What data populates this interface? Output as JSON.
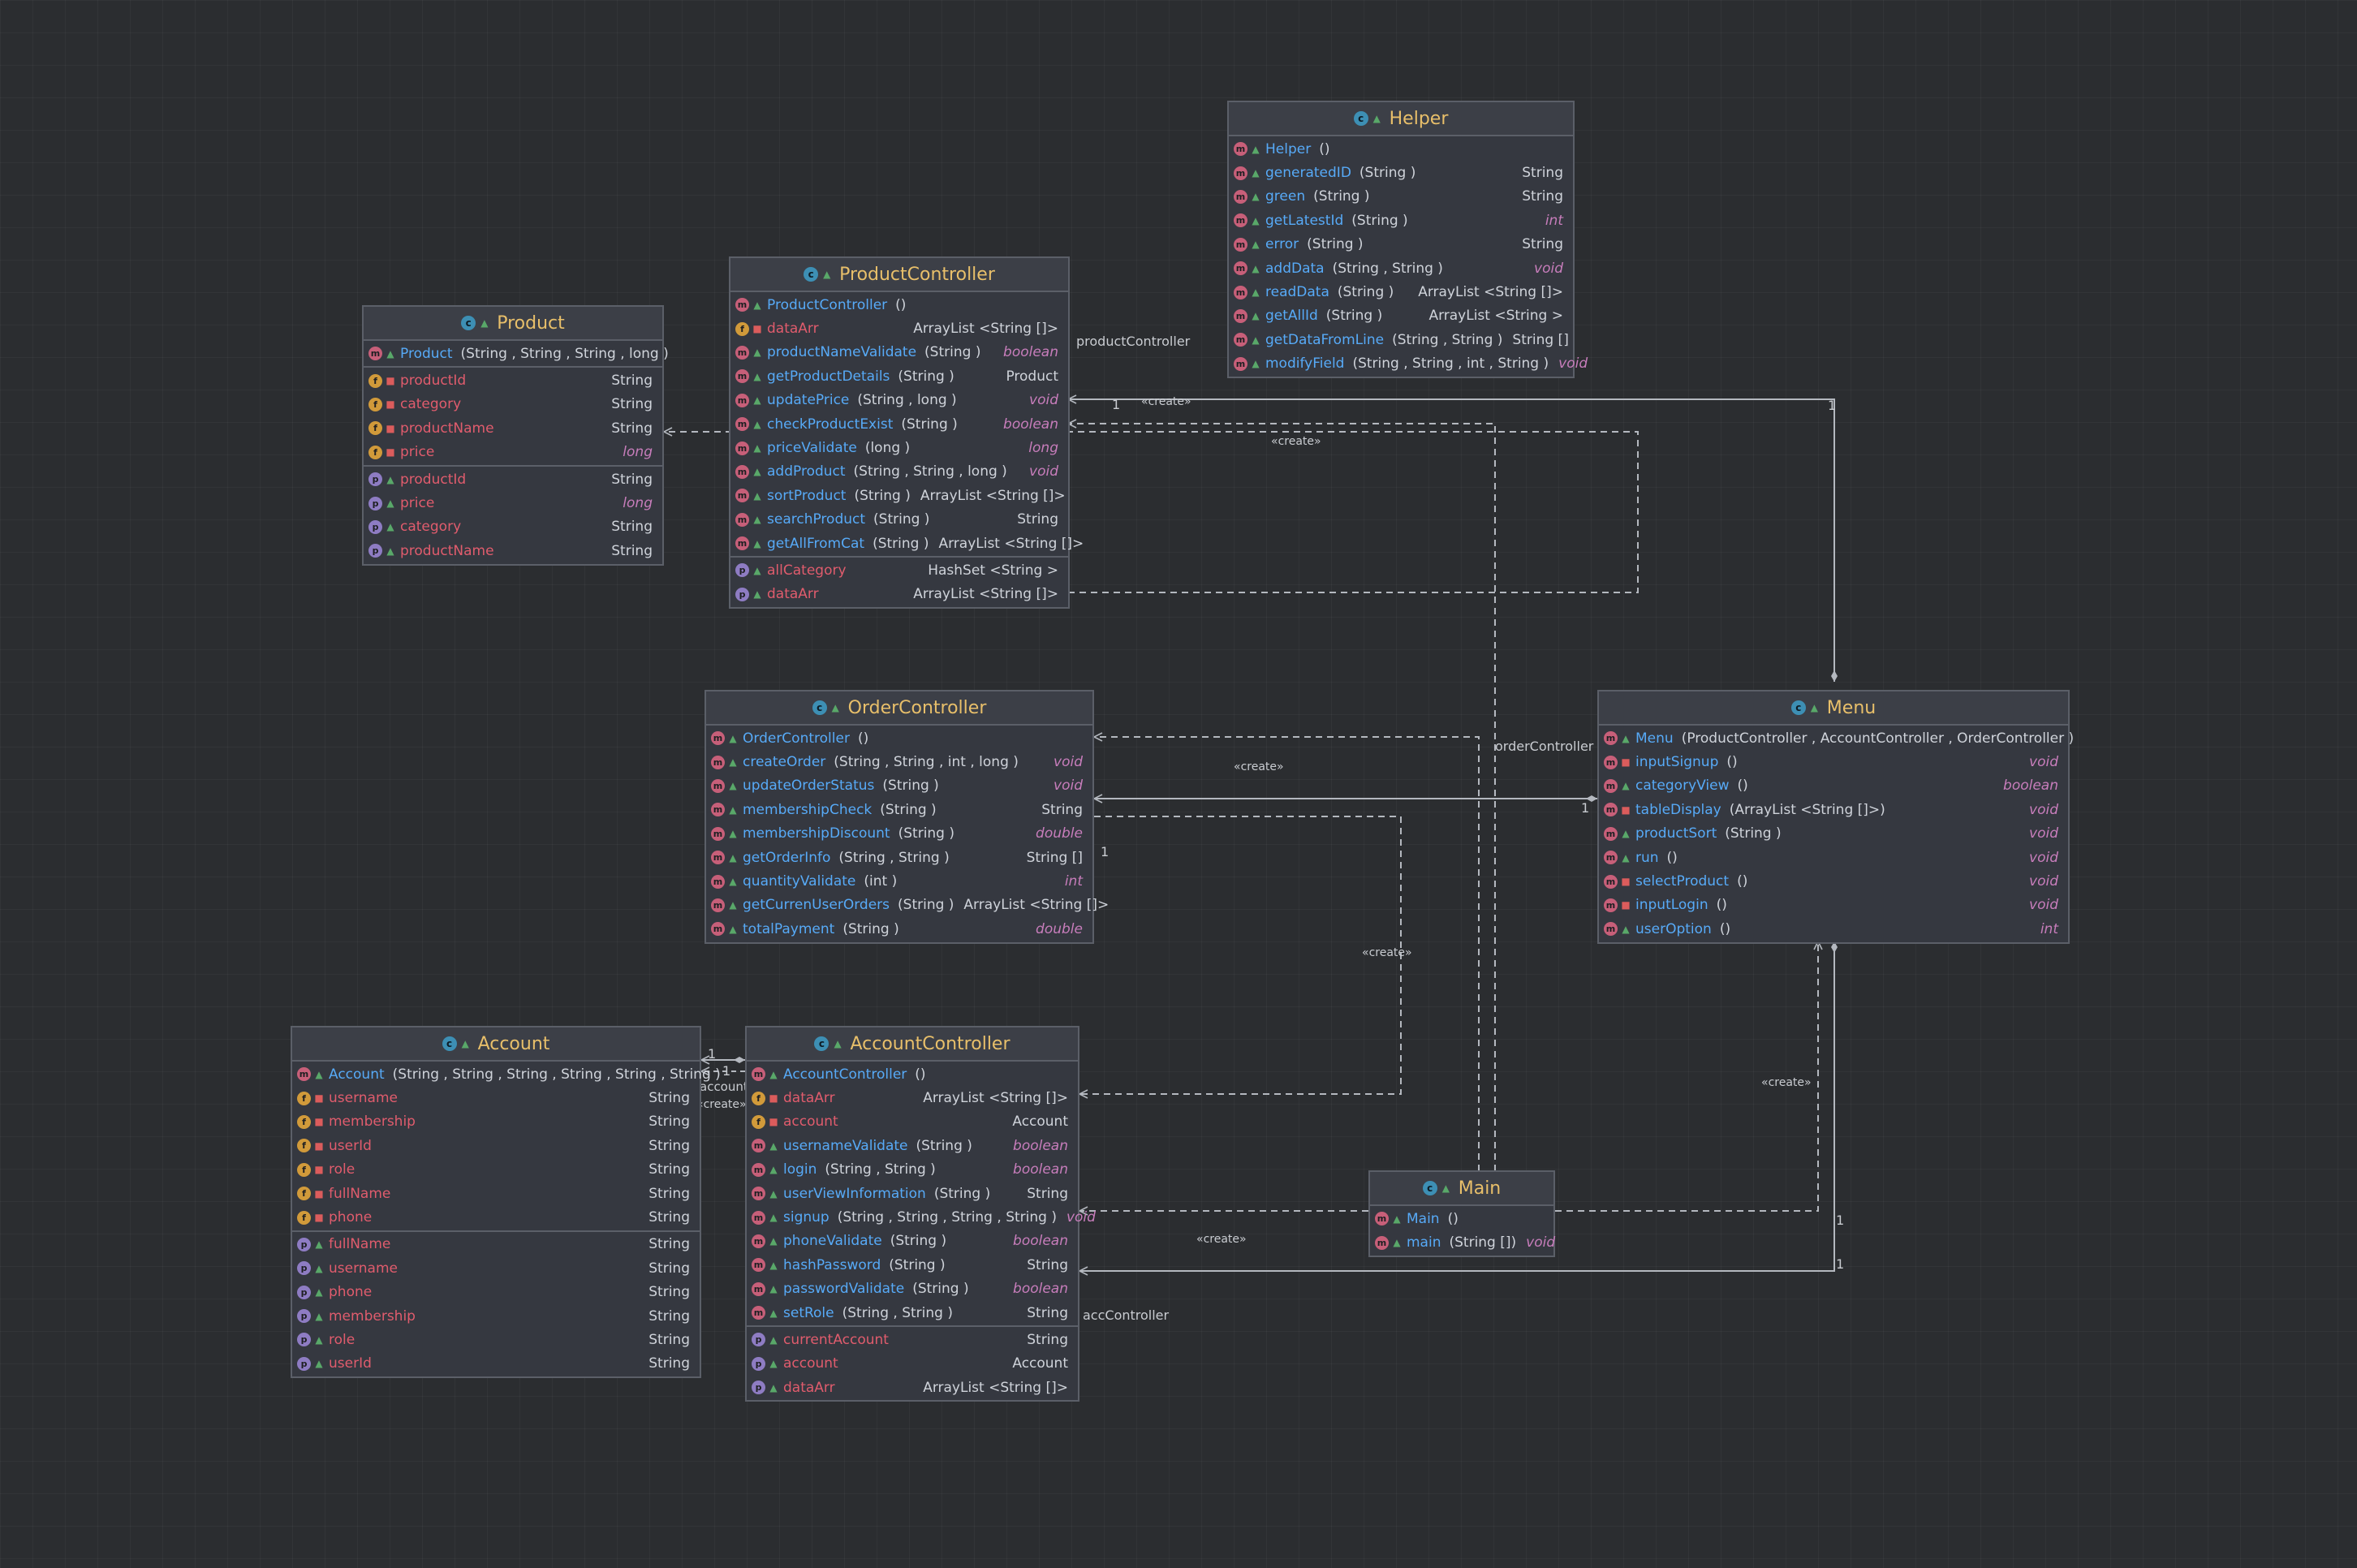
{
  "classes": [
    {
      "id": "Product",
      "title": "Product",
      "sections": [
        [
          {
            "kind": "m",
            "vis": "pub",
            "name": "Product",
            "params": "(String , String , String , long )",
            "type": ""
          }
        ],
        [
          {
            "kind": "f",
            "vis": "priv",
            "name": "productId",
            "params": "",
            "type": "String"
          },
          {
            "kind": "f",
            "vis": "priv",
            "name": "category",
            "params": "",
            "type": "String"
          },
          {
            "kind": "f",
            "vis": "priv",
            "name": "productName",
            "params": "",
            "type": "String"
          },
          {
            "kind": "f",
            "vis": "priv",
            "name": "price",
            "params": "",
            "type": "long"
          }
        ],
        [
          {
            "kind": "p",
            "vis": "pub",
            "name": "productId",
            "params": "",
            "type": "String"
          },
          {
            "kind": "p",
            "vis": "pub",
            "name": "price",
            "params": "",
            "type": "long"
          },
          {
            "kind": "p",
            "vis": "pub",
            "name": "category",
            "params": "",
            "type": "String"
          },
          {
            "kind": "p",
            "vis": "pub",
            "name": "productName",
            "params": "",
            "type": "String"
          }
        ]
      ]
    },
    {
      "id": "ProductController",
      "title": "ProductController",
      "sections": [
        [
          {
            "kind": "m",
            "vis": "pub",
            "name": "ProductController",
            "params": "()",
            "type": ""
          },
          {
            "kind": "f",
            "vis": "priv",
            "name": "dataArr",
            "params": "",
            "type": "ArrayList <String []>"
          },
          {
            "kind": "m",
            "vis": "pub",
            "name": "productNameValidate",
            "params": "(String )",
            "type": "boolean"
          },
          {
            "kind": "m",
            "vis": "pub",
            "name": "getProductDetails",
            "params": "(String )",
            "type": "Product"
          },
          {
            "kind": "m",
            "vis": "pub",
            "name": "updatePrice",
            "params": "(String , long )",
            "type": "void"
          },
          {
            "kind": "m",
            "vis": "pub",
            "name": "checkProductExist",
            "params": "(String )",
            "type": "boolean"
          },
          {
            "kind": "m",
            "vis": "pub",
            "name": "priceValidate",
            "params": "(long )",
            "type": "long"
          },
          {
            "kind": "m",
            "vis": "pub",
            "name": "addProduct",
            "params": "(String , String , long )",
            "type": "void"
          },
          {
            "kind": "m",
            "vis": "pub",
            "name": "sortProduct",
            "params": "(String )",
            "type": "ArrayList <String []>"
          },
          {
            "kind": "m",
            "vis": "pub",
            "name": "searchProduct",
            "params": "(String )",
            "type": "String"
          },
          {
            "kind": "m",
            "vis": "pub",
            "name": "getAllFromCat",
            "params": "(String )",
            "type": "ArrayList <String []>"
          }
        ],
        [
          {
            "kind": "p",
            "vis": "pub",
            "name": "allCategory",
            "params": "",
            "type": "HashSet <String >"
          },
          {
            "kind": "p",
            "vis": "pub",
            "name": "dataArr",
            "params": "",
            "type": "ArrayList <String []>"
          }
        ]
      ]
    },
    {
      "id": "Helper",
      "title": "Helper",
      "sections": [
        [
          {
            "kind": "m",
            "vis": "pub",
            "name": "Helper",
            "params": "()",
            "type": ""
          },
          {
            "kind": "m",
            "vis": "pub",
            "name": "generatedID",
            "params": "(String )",
            "type": "String"
          },
          {
            "kind": "m",
            "vis": "pub",
            "name": "green",
            "params": "(String )",
            "type": "String"
          },
          {
            "kind": "m",
            "vis": "pub",
            "name": "getLatestId",
            "params": "(String )",
            "type": "int"
          },
          {
            "kind": "m",
            "vis": "pub",
            "name": "error",
            "params": "(String )",
            "type": "String"
          },
          {
            "kind": "m",
            "vis": "pub",
            "name": "addData",
            "params": "(String , String )",
            "type": "void"
          },
          {
            "kind": "m",
            "vis": "pub",
            "name": "readData",
            "params": "(String )",
            "type": "ArrayList <String []>"
          },
          {
            "kind": "m",
            "vis": "pub",
            "name": "getAllId",
            "params": "(String )",
            "type": "ArrayList <String >"
          },
          {
            "kind": "m",
            "vis": "pub",
            "name": "getDataFromLine",
            "params": "(String , String )",
            "type": "String []"
          },
          {
            "kind": "m",
            "vis": "pub",
            "name": "modifyField",
            "params": "(String , String , int , String )",
            "type": "void"
          }
        ]
      ]
    },
    {
      "id": "OrderController",
      "title": "OrderController",
      "sections": [
        [
          {
            "kind": "m",
            "vis": "pub",
            "name": "OrderController",
            "params": "()",
            "type": ""
          },
          {
            "kind": "m",
            "vis": "pub",
            "name": "createOrder",
            "params": "(String , String , int , long )",
            "type": "void"
          },
          {
            "kind": "m",
            "vis": "pub",
            "name": "updateOrderStatus",
            "params": "(String )",
            "type": "void"
          },
          {
            "kind": "m",
            "vis": "pub",
            "name": "membershipCheck",
            "params": "(String )",
            "type": "String"
          },
          {
            "kind": "m",
            "vis": "pub",
            "name": "membershipDiscount",
            "params": "(String )",
            "type": "double"
          },
          {
            "kind": "m",
            "vis": "pub",
            "name": "getOrderInfo",
            "params": "(String , String )",
            "type": "String []"
          },
          {
            "kind": "m",
            "vis": "pub",
            "name": "quantityValidate",
            "params": "(int )",
            "type": "int"
          },
          {
            "kind": "m",
            "vis": "pub",
            "name": "getCurrenUserOrders",
            "params": "(String )",
            "type": "ArrayList <String []>"
          },
          {
            "kind": "m",
            "vis": "pub",
            "name": "totalPayment",
            "params": "(String )",
            "type": "double"
          }
        ]
      ]
    },
    {
      "id": "Menu",
      "title": "Menu",
      "sections": [
        [
          {
            "kind": "m",
            "vis": "pub",
            "name": "Menu",
            "params": "(ProductController , AccountController , OrderController )",
            "type": ""
          },
          {
            "kind": "m",
            "vis": "priv",
            "name": "inputSignup",
            "params": "()",
            "type": "void"
          },
          {
            "kind": "m",
            "vis": "pub",
            "name": "categoryView",
            "params": "()",
            "type": "boolean"
          },
          {
            "kind": "m",
            "vis": "priv",
            "name": "tableDisplay",
            "params": "(ArrayList <String []>)",
            "type": "void"
          },
          {
            "kind": "m",
            "vis": "pub",
            "name": "productSort",
            "params": "(String )",
            "type": "void"
          },
          {
            "kind": "m",
            "vis": "pub",
            "name": "run",
            "params": "()",
            "type": "void"
          },
          {
            "kind": "m",
            "vis": "priv",
            "name": "selectProduct",
            "params": "()",
            "type": "void"
          },
          {
            "kind": "m",
            "vis": "priv",
            "name": "inputLogin",
            "params": "()",
            "type": "void"
          },
          {
            "kind": "m",
            "vis": "pub",
            "name": "userOption",
            "params": "()",
            "type": "int"
          }
        ]
      ]
    },
    {
      "id": "Account",
      "title": "Account",
      "sections": [
        [
          {
            "kind": "m",
            "vis": "pub",
            "name": "Account",
            "params": "(String , String , String , String , String , String )",
            "type": ""
          },
          {
            "kind": "f",
            "vis": "priv",
            "name": "username",
            "params": "",
            "type": "String"
          },
          {
            "kind": "f",
            "vis": "priv",
            "name": "membership",
            "params": "",
            "type": "String"
          },
          {
            "kind": "f",
            "vis": "priv",
            "name": "userId",
            "params": "",
            "type": "String"
          },
          {
            "kind": "f",
            "vis": "priv",
            "name": "role",
            "params": "",
            "type": "String"
          },
          {
            "kind": "f",
            "vis": "priv",
            "name": "fullName",
            "params": "",
            "type": "String"
          },
          {
            "kind": "f",
            "vis": "priv",
            "name": "phone",
            "params": "",
            "type": "String"
          }
        ],
        [
          {
            "kind": "p",
            "vis": "pub",
            "name": "fullName",
            "params": "",
            "type": "String"
          },
          {
            "kind": "p",
            "vis": "pub",
            "name": "username",
            "params": "",
            "type": "String"
          },
          {
            "kind": "p",
            "vis": "pub",
            "name": "phone",
            "params": "",
            "type": "String"
          },
          {
            "kind": "p",
            "vis": "pub",
            "name": "membership",
            "params": "",
            "type": "String"
          },
          {
            "kind": "p",
            "vis": "pub",
            "name": "role",
            "params": "",
            "type": "String"
          },
          {
            "kind": "p",
            "vis": "pub",
            "name": "userId",
            "params": "",
            "type": "String"
          }
        ]
      ]
    },
    {
      "id": "AccountController",
      "title": "AccountController",
      "sections": [
        [
          {
            "kind": "m",
            "vis": "pub",
            "name": "AccountController",
            "params": "()",
            "type": ""
          },
          {
            "kind": "f",
            "vis": "priv",
            "name": "dataArr",
            "params": "",
            "type": "ArrayList <String []>"
          },
          {
            "kind": "f",
            "vis": "priv",
            "name": "account",
            "params": "",
            "type": "Account"
          },
          {
            "kind": "m",
            "vis": "pub",
            "name": "usernameValidate",
            "params": "(String )",
            "type": "boolean"
          },
          {
            "kind": "m",
            "vis": "pub",
            "name": "login",
            "params": "(String , String )",
            "type": "boolean"
          },
          {
            "kind": "m",
            "vis": "pub",
            "name": "userViewInformation",
            "params": "(String )",
            "type": "String"
          },
          {
            "kind": "m",
            "vis": "pub",
            "name": "signup",
            "params": "(String , String , String , String )",
            "type": "void"
          },
          {
            "kind": "m",
            "vis": "pub",
            "name": "phoneValidate",
            "params": "(String )",
            "type": "boolean"
          },
          {
            "kind": "m",
            "vis": "pub",
            "name": "hashPassword",
            "params": "(String )",
            "type": "String"
          },
          {
            "kind": "m",
            "vis": "pub",
            "name": "passwordValidate",
            "params": "(String )",
            "type": "boolean"
          },
          {
            "kind": "m",
            "vis": "pub",
            "name": "setRole",
            "params": "(String , String )",
            "type": "String"
          }
        ],
        [
          {
            "kind": "p",
            "vis": "pub",
            "name": "currentAccount",
            "params": "",
            "type": "String"
          },
          {
            "kind": "p",
            "vis": "pub",
            "name": "account",
            "params": "",
            "type": "Account"
          },
          {
            "kind": "p",
            "vis": "pub",
            "name": "dataArr",
            "params": "",
            "type": "ArrayList <String []>"
          }
        ]
      ]
    },
    {
      "id": "Main",
      "title": "Main",
      "sections": [
        [
          {
            "kind": "m",
            "vis": "pub",
            "name": "Main",
            "params": "()",
            "type": ""
          },
          {
            "kind": "m",
            "vis": "pub",
            "name": "main",
            "params": "(String [])",
            "type": "void"
          }
        ]
      ]
    }
  ],
  "edge_labels": [
    "productController",
    "«create»",
    "«create»",
    "1",
    "1",
    "orderController",
    "«create»",
    "1",
    "1",
    "«create»",
    "«create»",
    "1",
    "1",
    "account",
    "«create»",
    "«create»",
    "1",
    "1",
    "accController"
  ],
  "colors": {
    "background": "#2b2d30",
    "box": "#353840",
    "title": "#e8bf6a",
    "method": "#57aaf7",
    "field": "#e05c6d",
    "keyword_type": "#c77dbb",
    "edge": "#b4b8bf"
  }
}
